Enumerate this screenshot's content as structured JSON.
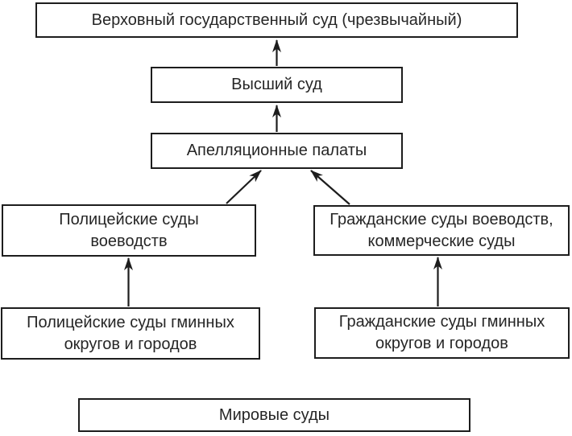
{
  "diagram": {
    "type": "flowchart",
    "direction": "bottom-up",
    "language": "ru",
    "nodes": [
      {
        "id": "supreme-court",
        "label": "Верховный государственный суд (чрезвычайный)"
      },
      {
        "id": "higher-court",
        "label": "Высший суд"
      },
      {
        "id": "appellate-chambers",
        "label": "Апелляционные палаты"
      },
      {
        "id": "police-voivodeship-courts",
        "label": "Полицейские суды\nвоеводств"
      },
      {
        "id": "civil-voivodeship-courts",
        "label": "Гражданские суды воеводств,\nкоммерческие суды"
      },
      {
        "id": "police-gmina-courts",
        "label": "Полицейские суды гминных\nокругов и городов"
      },
      {
        "id": "civil-gmina-courts",
        "label": "Гражданские суды гминных\nокругов и городов"
      },
      {
        "id": "magistrate-courts",
        "label": "Мировые суды"
      }
    ],
    "edges": [
      {
        "from": "higher-court",
        "to": "supreme-court"
      },
      {
        "from": "appellate-chambers",
        "to": "higher-court"
      },
      {
        "from": "police-voivodeship-courts",
        "to": "appellate-chambers"
      },
      {
        "from": "civil-voivodeship-courts",
        "to": "appellate-chambers"
      },
      {
        "from": "police-gmina-courts",
        "to": "police-voivodeship-courts"
      },
      {
        "from": "civil-gmina-courts",
        "to": "civil-voivodeship-courts"
      }
    ],
    "colors": {
      "background": "#ffffff",
      "box_border": "#1d1d1d",
      "text": "#262626",
      "arrow": "#1d1d1d"
    }
  }
}
